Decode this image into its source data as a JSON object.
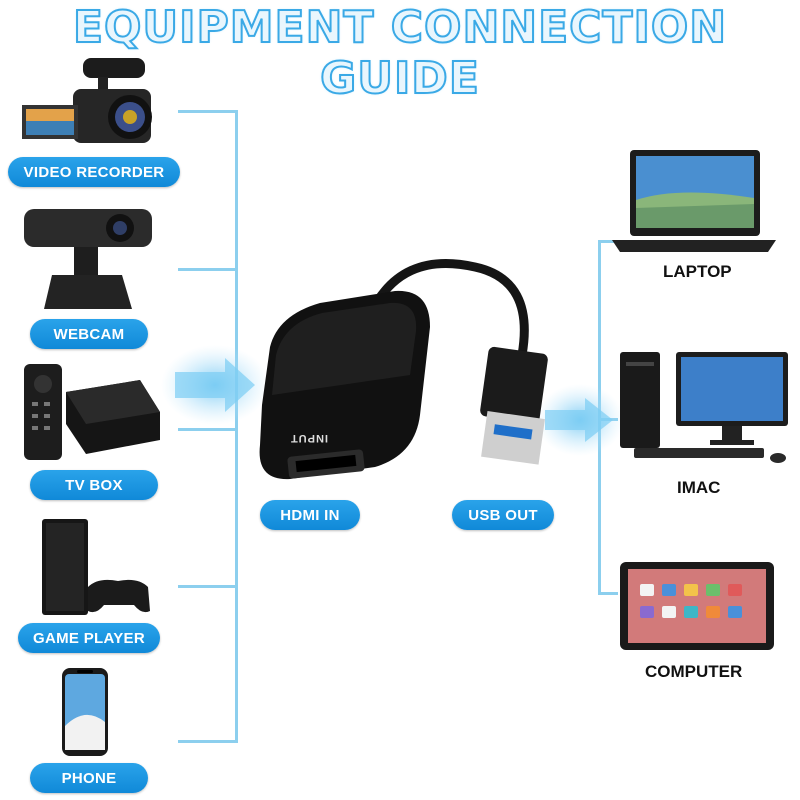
{
  "title": "EQUIPMENT CONNECTION GUIDE",
  "inputs": [
    {
      "label": "VIDEO RECORDER",
      "icon": "video-recorder-icon"
    },
    {
      "label": "WEBCAM",
      "icon": "webcam-icon"
    },
    {
      "label": "TV BOX",
      "icon": "tv-box-icon"
    },
    {
      "label": "GAME PLAYER",
      "icon": "game-console-icon"
    },
    {
      "label": "PHONE",
      "icon": "phone-icon"
    }
  ],
  "outputs": [
    {
      "label": "LAPTOP",
      "icon": "laptop-icon"
    },
    {
      "label": "IMAC",
      "icon": "desktop-computer-icon"
    },
    {
      "label": "COMPUTER",
      "icon": "tablet-icon"
    }
  ],
  "device": {
    "hdmi_label": "HDMI IN",
    "usb_label": "USB OUT",
    "port_text": "INPUT"
  },
  "colors": {
    "accent": "#1a95e0",
    "line": "#8ccfee",
    "device_body": "#111111"
  }
}
